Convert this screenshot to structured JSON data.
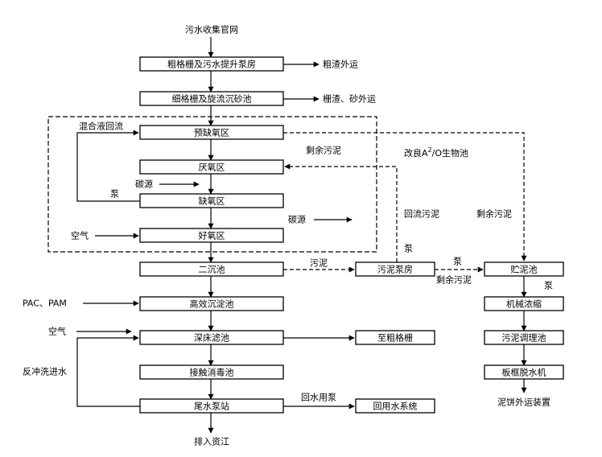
{
  "nodes": {
    "source": "污水收集官网",
    "coarse_screen": "粗格栅及污水提升泵房",
    "fine_screen": "细格栅及旋流沉砂池",
    "pre_anoxic": "预缺氧区",
    "anaerobic": "厌氧区",
    "anoxic": "缺氧区",
    "aerobic": "好氧区",
    "secondary_clarifier": "二沉池",
    "sludge_pump_room": "污泥泵房",
    "high_eff_sed": "高效沉淀池",
    "deep_filter": "深床滤池",
    "to_coarse_screen": "至粗格栅",
    "disinfection": "接触消毒池",
    "tail_pump": "尾水泵站",
    "reuse_system": "回用水系统",
    "discharge": "排入资江",
    "sludge_tank": "贮泥池",
    "thickener": "机械浓缩",
    "conditioning": "污泥调理池",
    "press": "板框脱水机",
    "cake_out": "泥饼外运装置"
  },
  "labels": {
    "coarse_residue_out": "粗渣外运",
    "screenings_sand_out": "栅渣、砂外运",
    "mixed_liquor_return": "混合液回流",
    "process_name_pre": "改良A",
    "process_sup": "2",
    "process_name_post": "/O生物池",
    "excess_sludge_a": "剩余污泥",
    "carbon_source_a": "碳源",
    "pump_a": "泵",
    "carbon_source_b": "碳源",
    "return_sludge": "回流污泥",
    "excess_sludge_b": "剩余污泥",
    "air_a": "空气",
    "pump_b": "泵",
    "sludge": "污泥",
    "pump_c": "泵",
    "excess_sludge_c": "剩余污泥",
    "pump_d": "泵",
    "pac_pam": "PAC、PAM",
    "air_b": "空气",
    "backwash_in": "反冲洗进水",
    "reuse_pump": "回水用泵"
  }
}
